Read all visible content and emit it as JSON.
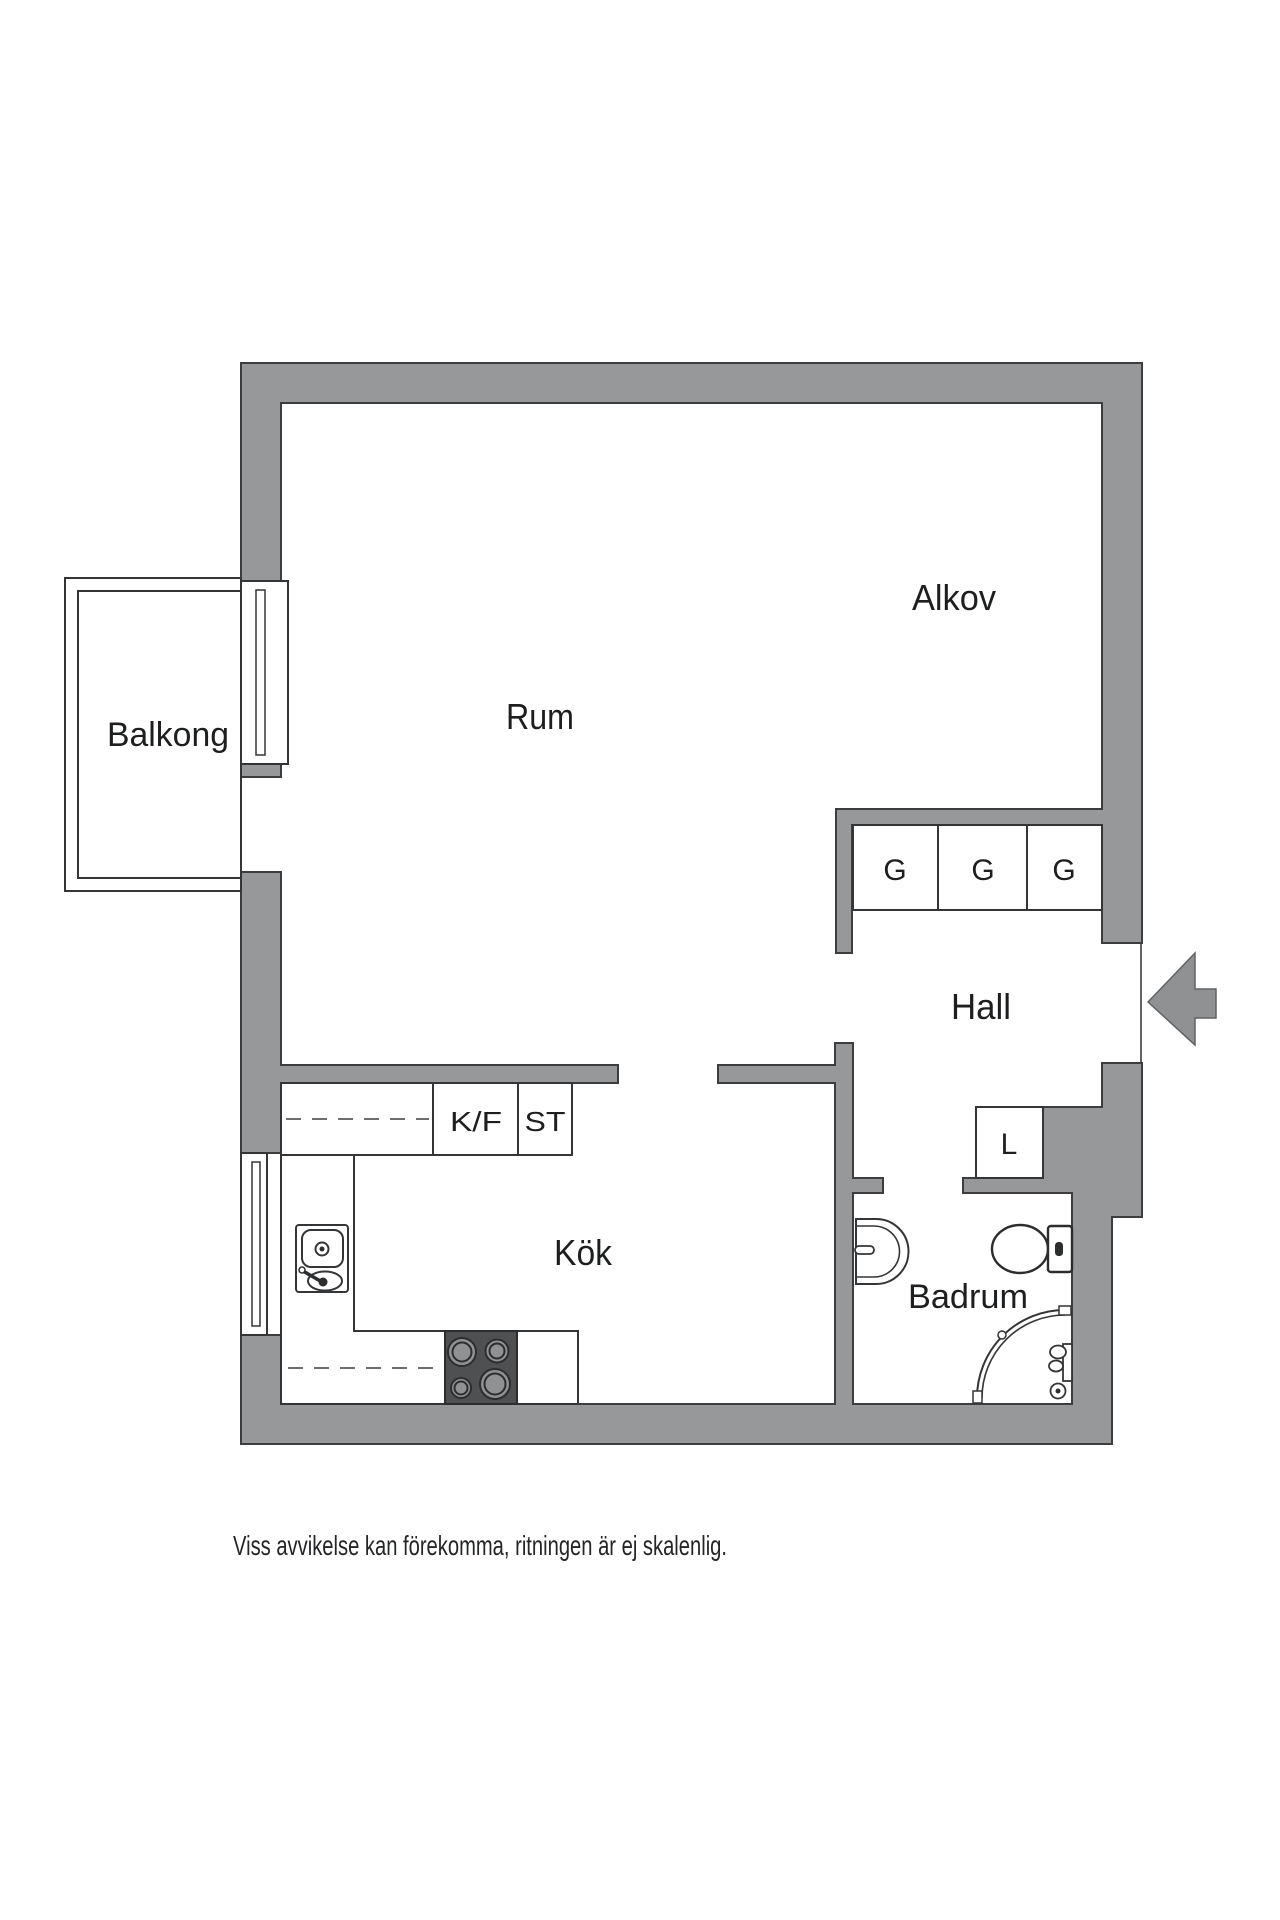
{
  "floorplan": {
    "wall_color": "#96989a",
    "line_color": "#333536",
    "arrow_color": "#8f9193",
    "rooms": {
      "balcony": "Balkong",
      "room": "Rum",
      "alcove": "Alkov",
      "hall": "Hall",
      "kitchen": "Kök",
      "bathroom": "Badrum"
    },
    "closets": {
      "wardrobe": "G",
      "linen": "L"
    },
    "appliances": {
      "fridge_freezer": "K/F",
      "cleaning_cabinet": "ST"
    }
  },
  "disclaimer": "Viss avvikelse kan förekomma, ritningen är ej skalenlig."
}
